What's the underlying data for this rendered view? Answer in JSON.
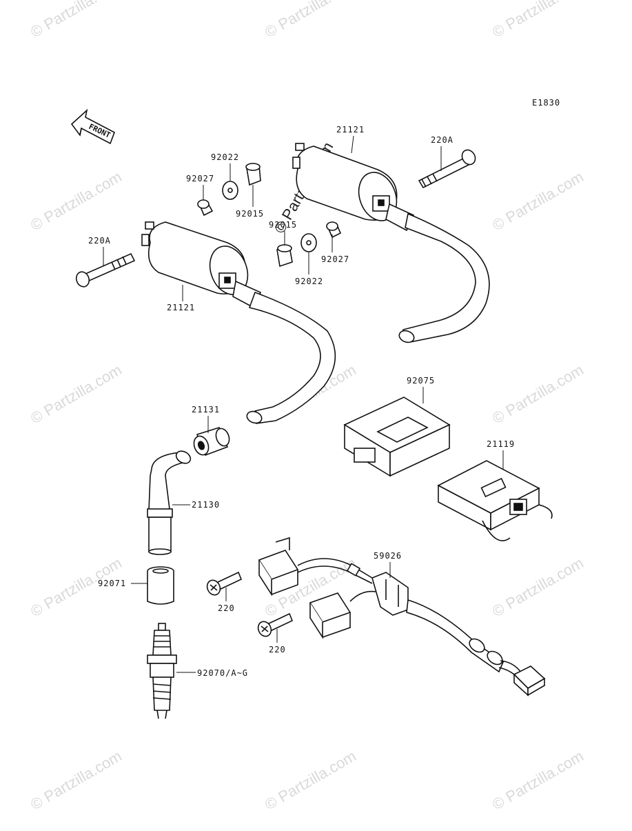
{
  "diagram_code": "E1830",
  "front_label": "FRONT",
  "watermark": "© Partzilla.com",
  "parts": {
    "coil_left": "21121",
    "coil_right": "21121",
    "bolt_left": "220A",
    "bolt_right": "220A",
    "collar_left_92022": "92022",
    "collar_left_92027": "92027",
    "collar_left_92015": "92015",
    "collar_right_92015": "92015",
    "collar_right_92022": "92022",
    "collar_right_92027": "92027",
    "plug_cap_seal": "21131",
    "plug_cap": "21130",
    "plug_seal": "92071",
    "spark_plug": "92070/A~G",
    "cover": "92075",
    "igniter": "21119",
    "pickup_coil": "59026",
    "screw_upper": "220",
    "screw_lower": "220"
  }
}
